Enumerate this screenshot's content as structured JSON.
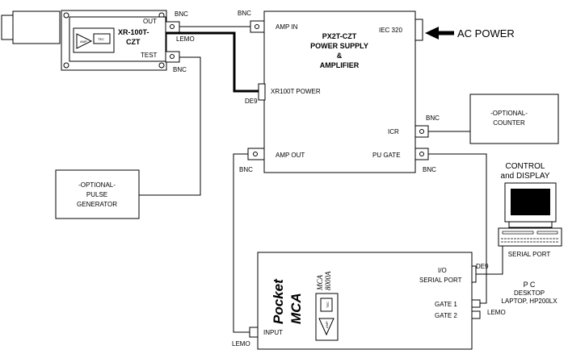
{
  "detector": {
    "name_line1": "XR-100T-",
    "name_line2": "CZT",
    "out_label": "OUT",
    "lemo_label": "LEMO",
    "test_label": "TEST",
    "chip_amp": "AMP",
    "chip_tec": "TEC"
  },
  "connectors": {
    "bnc_out": "BNC",
    "bnc_test": "BNC",
    "bnc_amp_in": "BNC",
    "bnc_icr": "BNC",
    "bnc_amp_out": "BNC",
    "bnc_pu_gate": "BNC",
    "de9_power": "DE9",
    "de9_serial": "DE9",
    "lemo_input": "LEMO",
    "lemo_gate": "LEMO"
  },
  "power_supply": {
    "title_line1": "PX2T-CZT",
    "title_line2": "POWER SUPPLY",
    "title_line3": "&",
    "title_line4": "AMPLIFIER",
    "amp_in": "AMP IN",
    "iec": "IEC 320",
    "xr_power": "XR100T POWER",
    "icr": "ICR",
    "amp_out": "AMP OUT",
    "pu_gate": "PU GATE"
  },
  "ac_power": "AC POWER",
  "counter": {
    "line1": "-OPTIONAL-",
    "line2": "COUNTER"
  },
  "pulse_generator": {
    "line1": "-OPTIONAL-",
    "line2": "PULSE",
    "line3": "GENERATOR"
  },
  "pc": {
    "control_line1": "CONTROL",
    "control_line2": "and DISPLAY",
    "serial_port": "SERIAL PORT",
    "pc_label": "P C",
    "pc_desktop": "DESKTOP",
    "pc_laptop": "LAPTOP, HP200LX"
  },
  "mca": {
    "pocket": "Pocket",
    "mca": "MCA",
    "model_line1": "MCA",
    "model_line2": "8000A",
    "io": "I/O",
    "serial_port": "SERIAL PORT",
    "gate1": "GATE 1",
    "gate2": "GATE 2",
    "input": "INPUT",
    "chip_tec": "TEC",
    "chip_amp": "AMP"
  }
}
